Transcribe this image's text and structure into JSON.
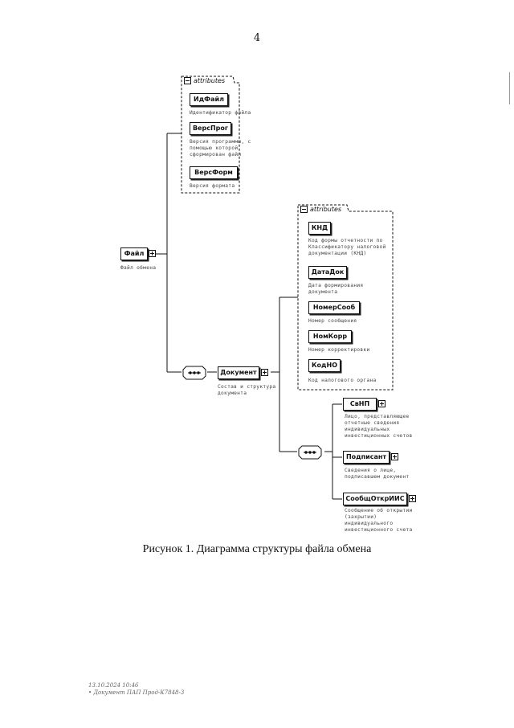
{
  "page_number": "4",
  "caption": "Рисунок 1. Диаграмма структуры файла обмена",
  "attributes_label": "attributes",
  "root": {
    "name": "Файл",
    "desc": "Файл обмена"
  },
  "file_attributes": [
    {
      "name": "ИдФайл",
      "desc": [
        "Идентификатор файла"
      ]
    },
    {
      "name": "ВерсПрог",
      "desc": [
        "Версия программы, с",
        "помощью которой",
        "сформирован файл"
      ]
    },
    {
      "name": "ВерсФорм",
      "desc": [
        "Версия формата"
      ]
    }
  ],
  "document": {
    "name": "Документ",
    "desc": [
      "Состав и структура",
      "документа"
    ]
  },
  "document_attributes": [
    {
      "name": "КНД",
      "desc": [
        "Код формы отчетности по",
        "Классификатору налоговой",
        "документации (КНД)"
      ]
    },
    {
      "name": "ДатаДок",
      "desc": [
        "Дата формирования",
        "документа"
      ]
    },
    {
      "name": "НомерСооб",
      "desc": [
        "Номер сообщения"
      ]
    },
    {
      "name": "НомКорр",
      "desc": [
        "Номер корректировки"
      ]
    },
    {
      "name": "КодНО",
      "desc": [
        "Код налогового органа"
      ]
    }
  ],
  "document_children": [
    {
      "name": "СвНП",
      "desc": [
        "Лицо, представляющее",
        "отчетные сведения",
        "индивидуальных",
        "инвестиционных счетов"
      ]
    },
    {
      "name": "Подписант",
      "desc": [
        "Сведения о лице,",
        "подписавшем документ"
      ]
    },
    {
      "name": "СообщОткрИИС",
      "desc": [
        "Сообщение об открытии",
        "(закрытии)",
        "индивидуального",
        "инвестиционного счета"
      ]
    }
  ],
  "footer": [
    "13.10.2024 10:46",
    "• Документ ПАП Прод-К7848-3"
  ]
}
